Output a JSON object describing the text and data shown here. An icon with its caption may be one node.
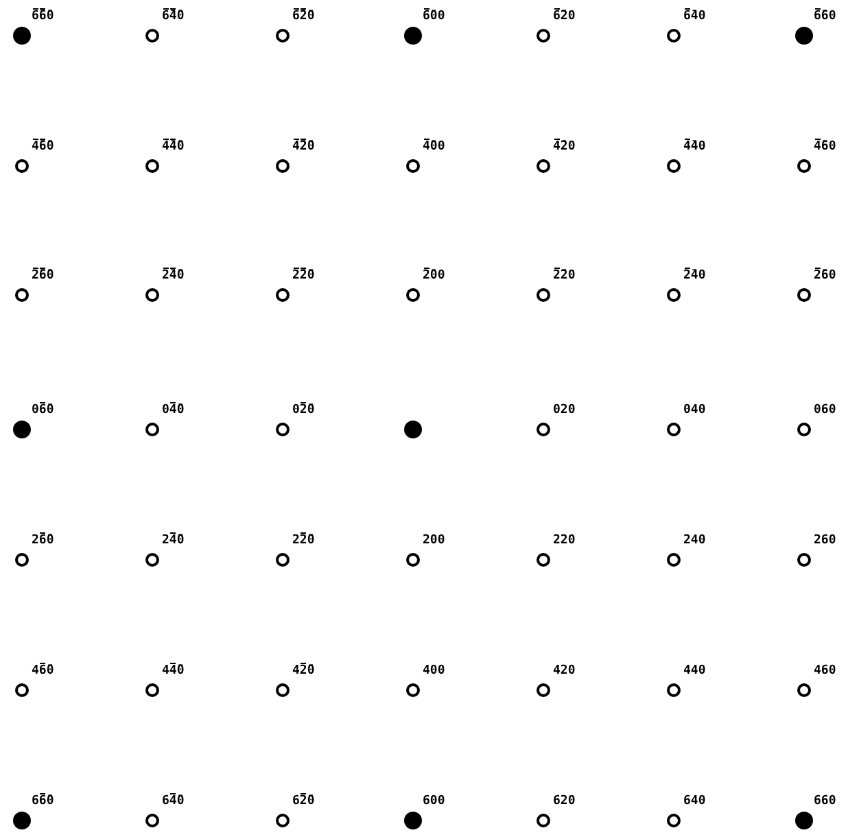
{
  "diagram": {
    "nodes": [
      {
        "text": [],
        "shape": "dot",
        "beside": [
          "6̄6̄0"
        ]
      },
      {
        "text": [],
        "shape": "circle",
        "beside": [
          "6̄4̄0"
        ]
      },
      {
        "text": [],
        "shape": "circle",
        "beside": [
          "6̄2̄0"
        ]
      },
      {
        "text": [],
        "shape": "dot",
        "beside": [
          "6̄00"
        ]
      },
      {
        "text": [],
        "shape": "circle",
        "beside": [
          "6̄20"
        ]
      },
      {
        "text": [],
        "shape": "circle",
        "beside": [
          "6̄40"
        ]
      },
      {
        "text": [],
        "shape": "dot",
        "beside": [
          "6̄60"
        ]
      },
      {
        "text": [],
        "shape": "circle",
        "beside": [
          "4̄6̄0"
        ]
      },
      {
        "text": [],
        "shape": "circle",
        "beside": [
          "4̄4̄0"
        ]
      },
      {
        "text": [],
        "shape": "circle",
        "beside": [
          "4̄2̄0"
        ]
      },
      {
        "text": [],
        "shape": "circle",
        "beside": [
          "4̄00"
        ]
      },
      {
        "text": [],
        "shape": "circle",
        "beside": [
          "4̄20"
        ]
      },
      {
        "text": [],
        "shape": "circle",
        "beside": [
          "4̄40"
        ]
      },
      {
        "text": [],
        "shape": "circle",
        "beside": [
          "4̄60"
        ]
      },
      {
        "text": [],
        "shape": "circle",
        "beside": [
          "2̄6̄0"
        ]
      },
      {
        "text": [],
        "shape": "circle",
        "beside": [
          "2̄4̄0"
        ]
      },
      {
        "text": [],
        "shape": "circle",
        "beside": [
          "2̄2̄0"
        ]
      },
      {
        "text": [],
        "shape": "circle",
        "beside": [
          "2̄00"
        ]
      },
      {
        "text": [],
        "shape": "circle",
        "beside": [
          "2̄20"
        ]
      },
      {
        "text": [],
        "shape": "circle",
        "beside": [
          "2̄40"
        ]
      },
      {
        "text": [],
        "shape": "circle",
        "beside": [
          "2̄60"
        ]
      },
      {
        "text": [],
        "shape": "dot",
        "beside": [
          "06̄0"
        ]
      },
      {
        "text": [],
        "shape": "circle",
        "beside": [
          "04̄0"
        ]
      },
      {
        "text": [],
        "shape": "circle",
        "beside": [
          "02̄0"
        ]
      },
      {
        "text": [],
        "shape": "dot"
      },
      {
        "text": [],
        "shape": "circle",
        "beside": [
          "020"
        ]
      },
      {
        "text": [],
        "shape": "circle",
        "beside": [
          "040"
        ]
      },
      {
        "text": [],
        "shape": "circle",
        "beside": [
          "060"
        ]
      },
      {
        "text": [],
        "shape": "circle",
        "beside": [
          "26̄0"
        ]
      },
      {
        "text": [],
        "shape": "circle",
        "beside": [
          "24̄0"
        ]
      },
      {
        "text": [],
        "shape": "circle",
        "beside": [
          "22̄0"
        ]
      },
      {
        "text": [],
        "shape": "circle",
        "beside": [
          "200"
        ]
      },
      {
        "text": [],
        "shape": "circle",
        "beside": [
          "220"
        ]
      },
      {
        "text": [],
        "shape": "circle",
        "beside": [
          "240"
        ]
      },
      {
        "text": [],
        "shape": "circle",
        "beside": [
          "260"
        ]
      },
      {
        "text": [],
        "shape": "circle",
        "beside": [
          "46̄0"
        ]
      },
      {
        "text": [],
        "shape": "circle",
        "beside": [
          "44̄0"
        ]
      },
      {
        "text": [],
        "shape": "circle",
        "beside": [
          "42̄0"
        ]
      },
      {
        "text": [],
        "shape": "circle",
        "beside": [
          "400"
        ]
      },
      {
        "text": [],
        "shape": "circle",
        "beside": [
          "420"
        ]
      },
      {
        "text": [],
        "shape": "circle",
        "beside": [
          "440"
        ]
      },
      {
        "text": [],
        "shape": "circle",
        "beside": [
          "460"
        ]
      },
      {
        "text": [],
        "shape": "dot",
        "beside": [
          "66̄0"
        ]
      },
      {
        "text": [],
        "shape": "circle",
        "beside": [
          "64̄0"
        ]
      },
      {
        "text": [],
        "shape": "circle",
        "beside": [
          "62̄0"
        ]
      },
      {
        "text": [],
        "shape": "dot",
        "beside": [
          "600"
        ]
      },
      {
        "text": [],
        "shape": "circle",
        "beside": [
          "620"
        ]
      },
      {
        "text": [],
        "shape": "circle",
        "beside": [
          "640"
        ]
      },
      {
        "text": [],
        "shape": "dot",
        "beside": [
          "660"
        ]
      }
    ]
  }
}
